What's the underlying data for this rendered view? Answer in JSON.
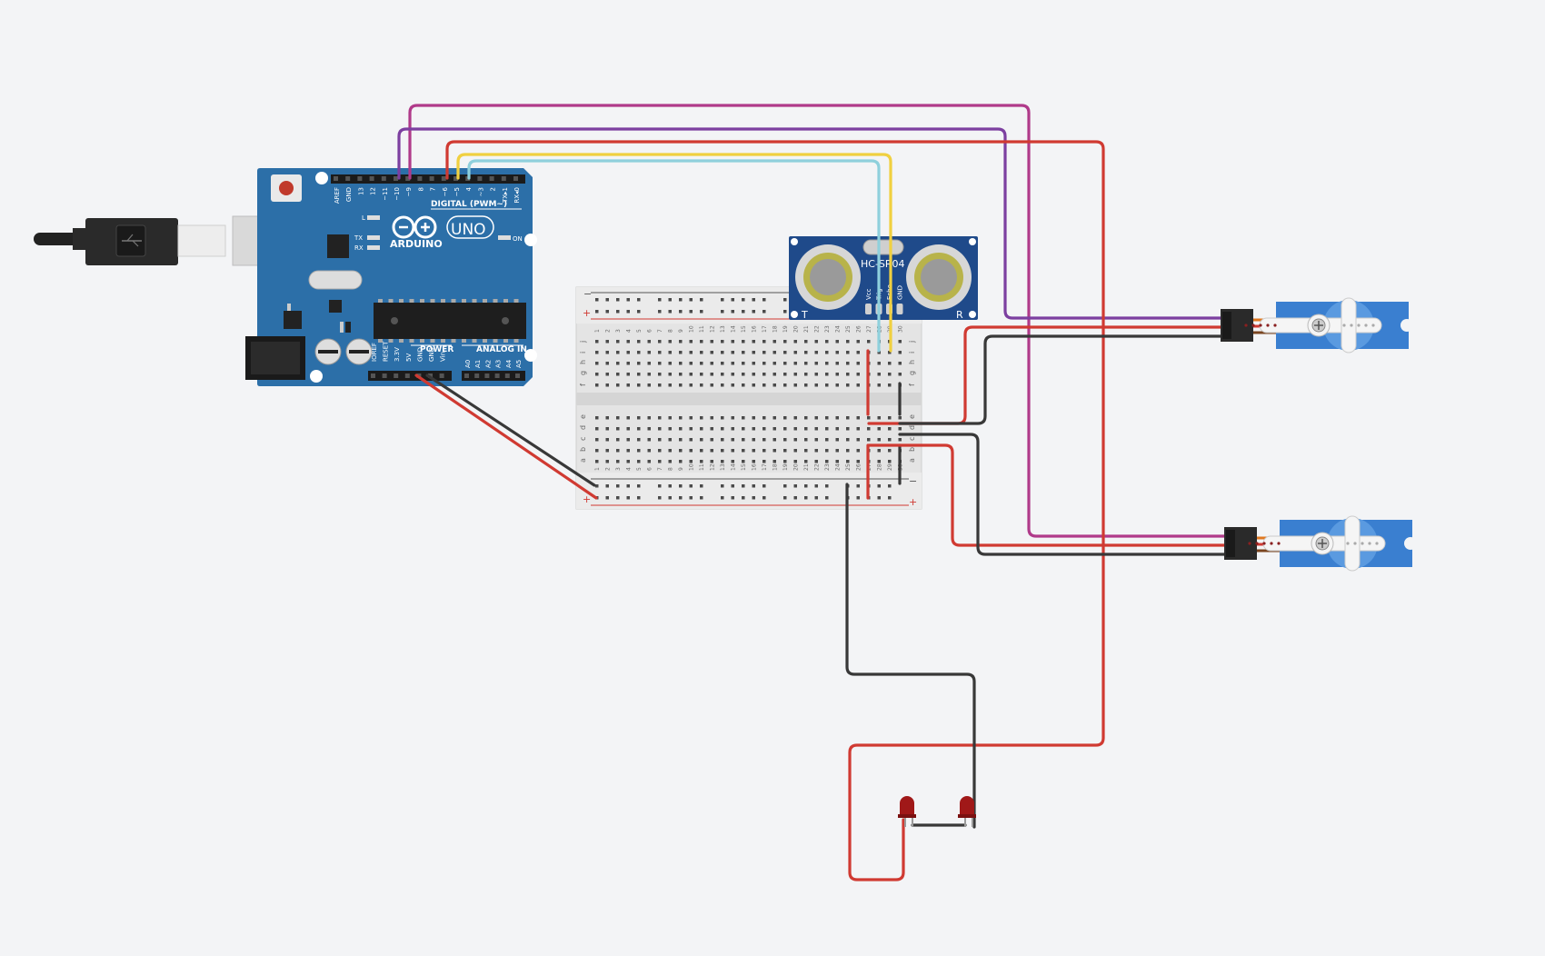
{
  "components": {
    "arduino": {
      "brand": "ARDUINO",
      "model": "UNO",
      "digital_header": "DIGITAL (PWM~)",
      "power_header": "POWER",
      "analog_header": "ANALOG IN",
      "on_label": "ON",
      "led_l": "L",
      "led_tx": "TX",
      "led_rx": "RX",
      "digital_pins": [
        "AREF",
        "GND",
        "13",
        "12",
        "~11",
        "~10",
        "~9",
        "8",
        "7",
        "~6",
        "~5",
        "4",
        "~3",
        "2",
        "TX▸1",
        "RX◂0"
      ],
      "power_pins": [
        "IOREF",
        "RESET",
        "3.3V",
        "5V",
        "GND",
        "GND",
        "Vin"
      ],
      "analog_pins": [
        "A0",
        "A1",
        "A2",
        "A3",
        "A4",
        "A5"
      ]
    },
    "sensor": {
      "model": "HC-SR04",
      "pins": [
        "Vcc",
        "Trig",
        "Echo",
        "GND"
      ],
      "left_mark": "T",
      "right_mark": "R"
    },
    "breadboard": {
      "rail_minus": "−",
      "rail_plus": "+",
      "rows_top": [
        "j",
        "i",
        "h",
        "g",
        "f"
      ],
      "rows_bottom": [
        "e",
        "d",
        "c",
        "b",
        "a"
      ],
      "columns": 30
    },
    "servos": [
      "servo-1",
      "servo-2"
    ],
    "leds": [
      "led-1",
      "led-2"
    ]
  },
  "colors": {
    "background": "#f3f4f6",
    "arduino_board": "#2c6fa8",
    "sensor_board": "#1f4a8a",
    "servo_body": "#3a7fd0",
    "wire_red": "#d03a32",
    "wire_black": "#383838",
    "wire_magenta": "#b03a8a",
    "wire_purple": "#7c3fa0",
    "wire_yellow": "#f0d040",
    "wire_cyan": "#8fd0dc",
    "led": "#a01818"
  }
}
